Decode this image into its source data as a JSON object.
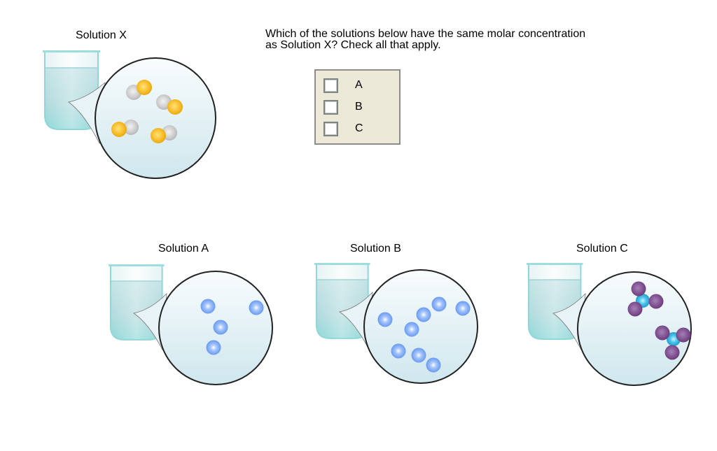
{
  "question": {
    "line1": "Which of the solutions below have the same molar concentration",
    "line2": "as Solution X? Check all that apply."
  },
  "choices": [
    {
      "label": "A",
      "checked": false
    },
    {
      "label": "B",
      "checked": false
    },
    {
      "label": "C",
      "checked": false
    }
  ],
  "solutions": {
    "x": {
      "title": "Solution X",
      "particles": "4 diatomic molecules (gray + yellow atoms)"
    },
    "a": {
      "title": "Solution A",
      "particles": "4 blue spheres"
    },
    "b": {
      "title": "Solution B",
      "particles": "8 blue spheres"
    },
    "c": {
      "title": "Solution C",
      "particles": "2 molecules (1 cyan center + 3 purple atoms)"
    }
  },
  "colors": {
    "panel_bg": "#ece9d8",
    "panel_border": "#8c8c8c",
    "beaker_liquid": "#a9dade",
    "beaker_rim": "#8fd6da",
    "circle_fill_top": "#f7fbfd",
    "circle_fill_bottom": "#d3e9ef",
    "atom_yellow": "#f2b51c",
    "atom_gray": "#c8c8c8",
    "sphere_blue": "#6d9ff5",
    "atom_purple": "#7a4a8a",
    "atom_cyan": "#2aa7d6"
  }
}
